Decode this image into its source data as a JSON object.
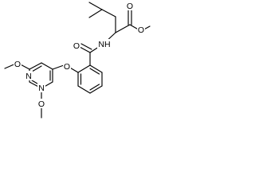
{
  "molecule": {
    "atoms": {
      "ester_carbonyl_o": "O",
      "ester_single_o": "O",
      "amide_o": "O",
      "nh": "NH",
      "ether_o": "O",
      "ring_n_upper": "N",
      "ring_n_lower": "N",
      "methoxy_o_upper": "O",
      "methoxy_o_lower": "O"
    }
  }
}
